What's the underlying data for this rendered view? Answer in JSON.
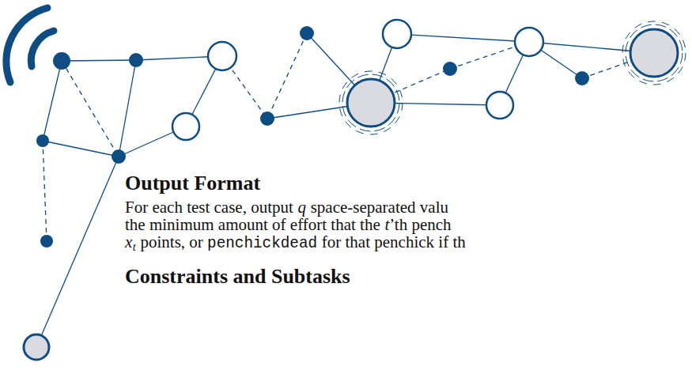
{
  "diagram": {
    "labels": [
      "Output Format",
      "For each test case, output",
      "q",
      "space-separated valu",
      "the minimum amount of effort that the",
      "t",
      "’th pench",
      "x",
      "t",
      "points, or",
      "penchickdead",
      "for that penchick if th",
      "Constraints and Subtasks"
    ]
  }
}
